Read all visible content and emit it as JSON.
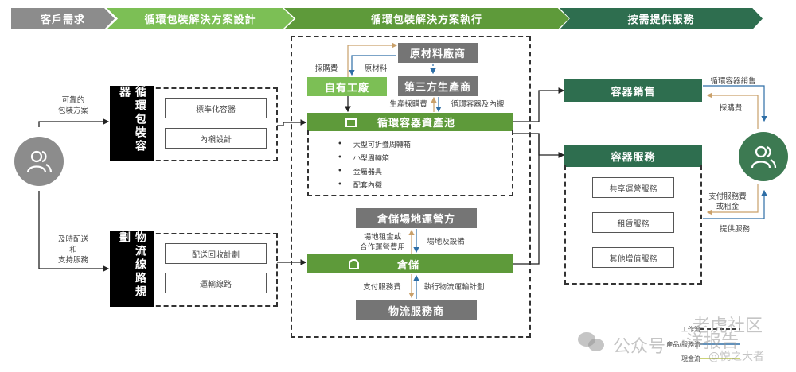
{
  "phases": [
    {
      "label": "客戶需求"
    },
    {
      "label": "循環包裝解決方案設計"
    },
    {
      "label": "循環包裝解決方案執行"
    },
    {
      "label": "按需提供服務"
    }
  ],
  "left": {
    "flow_label_top": [
      "可靠的",
      "包裝方案"
    ],
    "flow_label_bottom": [
      "及時配送",
      "和",
      "支持服務"
    ]
  },
  "design": {
    "packaging": {
      "title": "循環包裝容器",
      "items": [
        "標準化容器",
        "內襯設計"
      ]
    },
    "logistics": {
      "title": "物流線路規劃",
      "items": [
        "配送回收計劃",
        "運輸線路"
      ]
    }
  },
  "execution": {
    "raw_material_supplier": "原材料廠商",
    "own_factory": "自有工廠",
    "third_party_producer": "第三方生產商",
    "label_purchase_fee": "採購費",
    "label_raw_material": "原材料",
    "label_production_purchase_fee": "生產採購費",
    "label_containers_liners": "循環容器及內襯",
    "asset_pool": {
      "title": "循環容器資產池",
      "items": [
        "大型可折疊周轉箱",
        "小型周轉箱",
        "金屬器具",
        "配套內襯"
      ]
    },
    "warehouse_operator": "倉儲場地運營方",
    "label_rent": [
      "場地租金或",
      "合作運營費用"
    ],
    "label_site_equipment": "場地及設備",
    "warehouse": "倉儲",
    "label_service_fee": "支付服務費",
    "label_logistics_plan": "執行物流運輸計劃",
    "logistics_provider": "物流服務商"
  },
  "services": {
    "sales": "容器銷售",
    "service": {
      "title": "容器服務",
      "items": [
        "共享運營服務",
        "租賃服務",
        "其他增值服務"
      ]
    },
    "label_container_sales": "循環容器銷售",
    "label_purchase_fee": "採購費",
    "label_pay_service": [
      "支付服務費",
      "或租金"
    ],
    "label_provide_service": "提供服務"
  },
  "legend": [
    {
      "label": "工作流",
      "color": "#000000"
    },
    {
      "label": "產品/服務流",
      "color": "#2e6ea6"
    },
    {
      "label": "現金流",
      "color": "#b8c44a"
    }
  ],
  "watermark": {
    "text1": "公众号",
    "text2": "老虎社区",
    "text3": "·洋报告",
    "text4": "@悦之大者"
  },
  "colors": {
    "grey": "#8c8c8c",
    "light_green": "#7cbf55",
    "mid_green": "#5e9a3a",
    "dark_green": "#2e6e4f",
    "flow_product": "#2e6ea6",
    "flow_cash": "#c9a06a"
  }
}
